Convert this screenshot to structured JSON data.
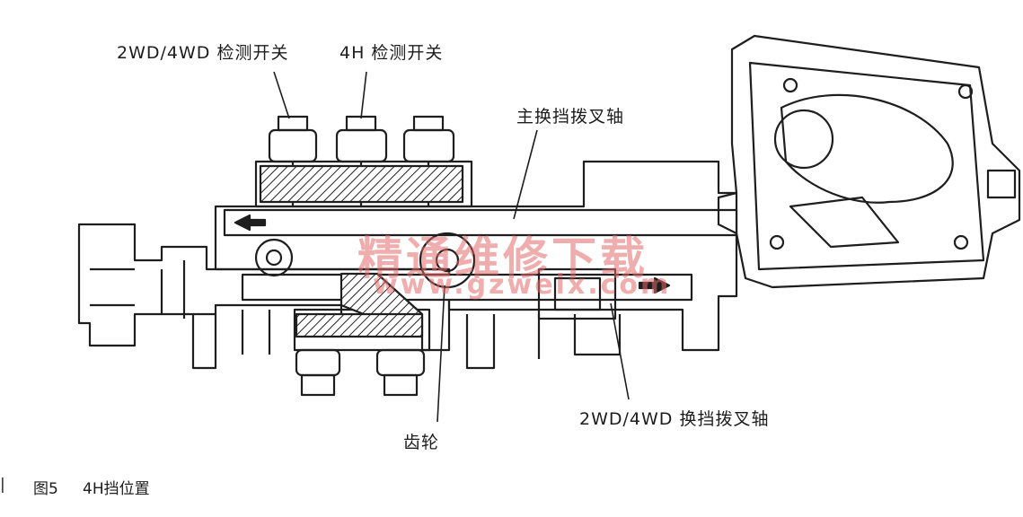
{
  "labels": {
    "switch_2wd4wd": "2WD/4WD 检测开关",
    "switch_4h": "4H 检测开关",
    "main_fork_shaft": "主换挡拨叉轴",
    "fork_shaft_2wd4wd": "2WD/4WD 换挡拨叉轴",
    "gear": "齿轮"
  },
  "caption": {
    "prefix": "|",
    "figure": "图5",
    "title": "4H挡位置"
  },
  "watermark": {
    "name": "精通维修下载",
    "url": "www.gzweix.com",
    "color": "#e06868"
  }
}
